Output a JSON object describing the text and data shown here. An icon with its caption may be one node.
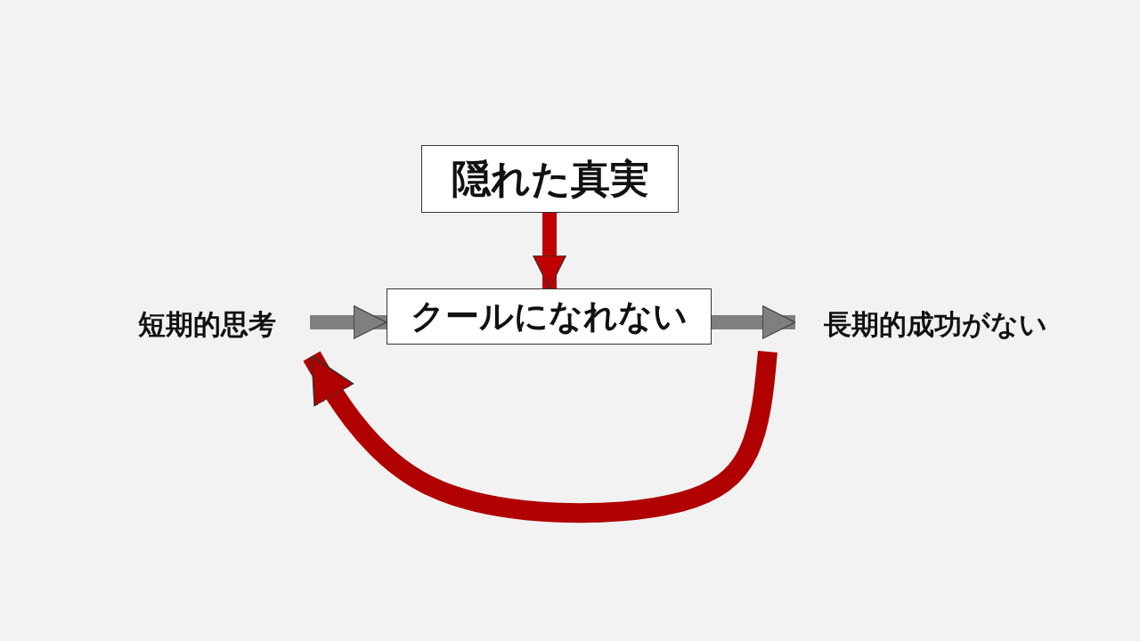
{
  "diagram": {
    "nodes": [
      {
        "text": [
          "隠れた真実"
        ]
      },
      {
        "text": [
          "短期的思考"
        ]
      },
      {
        "text": [
          "クールになれない"
        ]
      },
      {
        "text": [
          "長期的成功がない"
        ]
      }
    ],
    "edges": [
      {
        "from": 0,
        "to": 2,
        "arrow": "to",
        "color": "#c00000"
      },
      {
        "from": 1,
        "to": 2,
        "arrow": "to"
      },
      {
        "from": 2,
        "to": 3,
        "arrow": "to"
      },
      {
        "from": 3,
        "to": 1,
        "arrow": "to",
        "color": "#b00000"
      }
    ]
  }
}
